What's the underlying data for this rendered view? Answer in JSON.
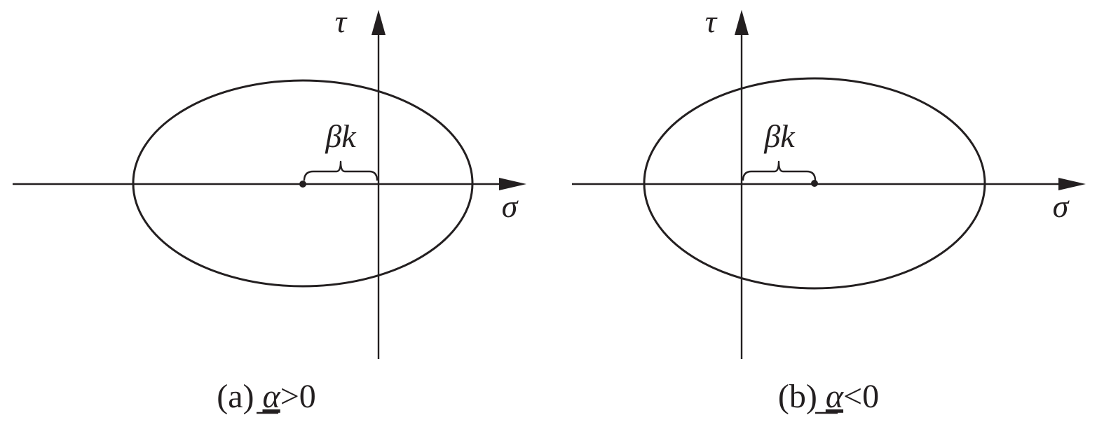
{
  "panels": [
    {
      "id": "a",
      "caption": {
        "prefix": "(a) ",
        "symbol": "α",
        "relation": ">",
        "value": "0"
      },
      "y_axis_label": "τ",
      "x_axis_label": "σ",
      "offset_label": "βk"
    },
    {
      "id": "b",
      "caption": {
        "prefix": "(b) ",
        "symbol": "α",
        "relation": "<",
        "value": "0"
      },
      "y_axis_label": "τ",
      "x_axis_label": "σ",
      "offset_label": "βk"
    }
  ],
  "colors": {
    "ink": "#231f20",
    "background": "#ffffff"
  }
}
